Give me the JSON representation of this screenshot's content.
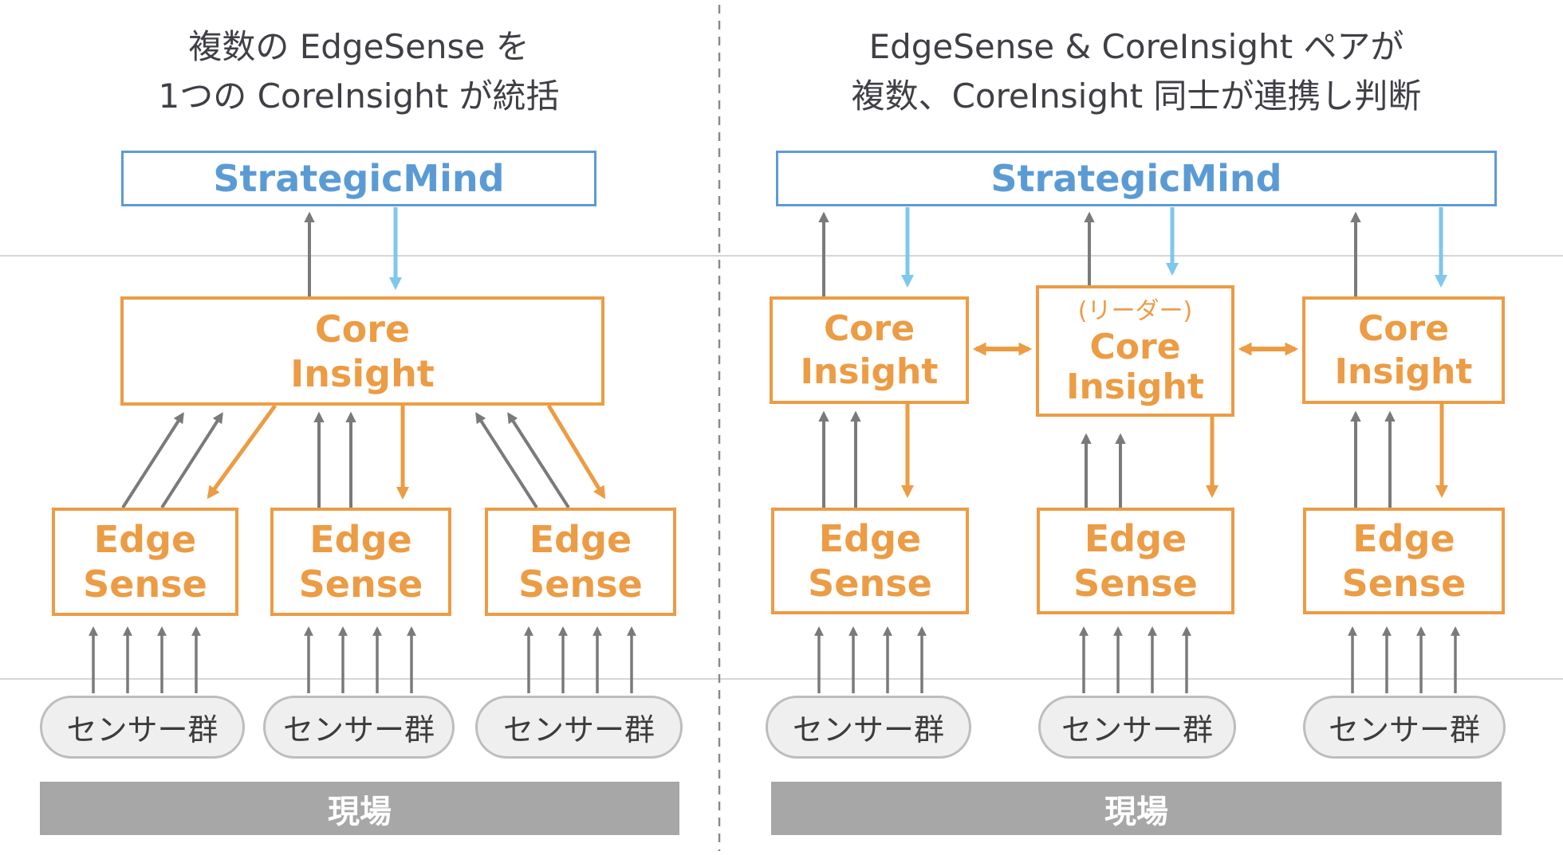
{
  "left": {
    "title": [
      "複数の EdgeSense を",
      "1つの CoreInsight が統括"
    ],
    "strategic_mind_label": "StrategicMind",
    "core_insight": [
      "Core",
      "Insight"
    ],
    "edge_sense": [
      "Edge",
      "Sense"
    ],
    "sensors": [
      "センサー群",
      "センサー群",
      "センサー群"
    ],
    "field_label": "現場"
  },
  "right": {
    "title": [
      "EdgeSense & CoreInsight ペアが",
      "複数、CoreInsight 同士が連携し判断"
    ],
    "strategic_mind_label": "StrategicMind",
    "leader_label": "(リーダー)",
    "core_insight": [
      "Core",
      "Insight"
    ],
    "edge_sense": [
      "Edge",
      "Sense"
    ],
    "sensors": [
      "センサー群",
      "センサー群",
      "センサー群"
    ],
    "field_label": "現場"
  },
  "colors": {
    "orange": "#EC9C44",
    "blue": "#5B9BD5",
    "light_blue": "#7FC7EC",
    "arrow_gray": "#7A7A7A",
    "bar_gray": "#A7A7A7",
    "title_text": "#3F3F46"
  }
}
